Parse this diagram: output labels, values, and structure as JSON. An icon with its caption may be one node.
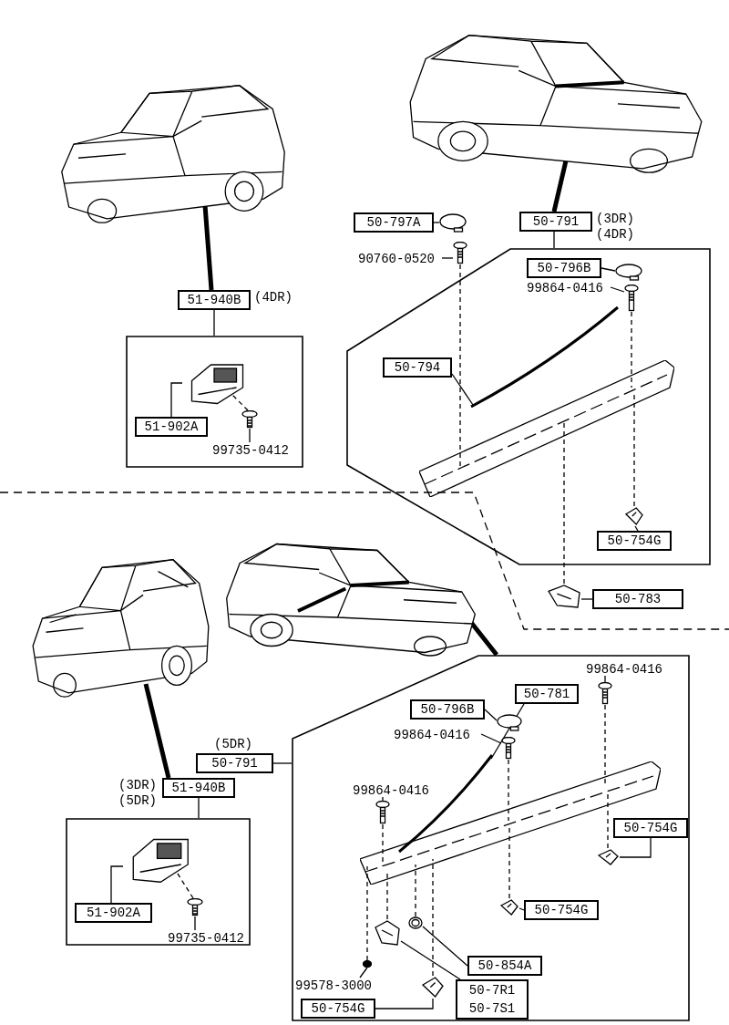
{
  "diagram": {
    "nodes": [
      {
        "text": [],
        "shape": "picture"
      },
      {
        "text": [
          "51-940B"
        ],
        "beside": [
          "(4DR)"
        ]
      },
      {
        "text": [],
        "shape": "box"
      },
      {
        "text": [],
        "shape": "picture",
        "in": 2
      },
      {
        "text": [],
        "shape": "picture",
        "in": 2
      },
      {
        "text": [
          "51-902A"
        ],
        "in": 2
      },
      {
        "text": [
          "99735-0412"
        ],
        "in": 2
      },
      {
        "text": [],
        "shape": "picture"
      },
      {
        "text": [
          "50-791"
        ],
        "beside": [
          "(3DR)",
          "(4DR)"
        ]
      },
      {
        "text": [],
        "shape": "box"
      },
      {
        "text": [],
        "shape": "circle"
      },
      {
        "text": [
          "50-797A"
        ]
      },
      {
        "text": [],
        "shape": "picture"
      },
      {
        "text": [
          "90760-0520"
        ]
      },
      {
        "text": [
          "50-796B"
        ],
        "in": 9
      },
      {
        "text": [],
        "shape": "circle",
        "in": 9
      },
      {
        "text": [
          "99864-0416"
        ],
        "in": 9
      },
      {
        "text": [],
        "shape": "picture",
        "in": 9
      },
      {
        "text": [
          "50-794"
        ],
        "in": 9
      },
      {
        "text": [],
        "shape": "picture",
        "in": 9
      },
      {
        "text": [],
        "shape": "picture",
        "in": 9
      },
      {
        "text": [],
        "shape": "picture",
        "in": 9
      },
      {
        "text": [
          "50-754G"
        ],
        "in": 9
      },
      {
        "text": [],
        "shape": "picture"
      },
      {
        "text": [
          "50-783"
        ]
      },
      {
        "text": [],
        "shape": "picture"
      },
      {
        "text": [],
        "shape": "picture"
      },
      {
        "text": [
          "51-940B"
        ],
        "beside": [
          "(3DR)",
          "(5DR)"
        ]
      },
      {
        "text": [],
        "shape": "box"
      },
      {
        "text": [],
        "shape": "picture",
        "in": 28
      },
      {
        "text": [],
        "shape": "picture",
        "in": 28
      },
      {
        "text": [
          "51-902A"
        ],
        "in": 28
      },
      {
        "text": [
          "99735-0412"
        ],
        "in": 28
      },
      {
        "text": [
          "50-791"
        ],
        "beside": [
          "(5DR)"
        ]
      },
      {
        "text": [],
        "shape": "box"
      },
      {
        "text": [
          "99864-0416"
        ],
        "in": 34
      },
      {
        "text": [],
        "shape": "picture",
        "in": 34
      },
      {
        "text": [
          "50-781"
        ],
        "in": 34
      },
      {
        "text": [],
        "shape": "picture",
        "in": 34
      },
      {
        "text": [
          "50-796B"
        ],
        "in": 34
      },
      {
        "text": [],
        "shape": "circle",
        "in": 34
      },
      {
        "text": [
          "99864-0416"
        ],
        "in": 34
      },
      {
        "text": [],
        "shape": "picture",
        "in": 34
      },
      {
        "text": [
          "99864-0416"
        ],
        "in": 34
      },
      {
        "text": [],
        "shape": "picture",
        "in": 34
      },
      {
        "text": [],
        "shape": "picture",
        "in": 34
      },
      {
        "text": [
          "50-754G"
        ],
        "in": 34
      },
      {
        "text": [],
        "shape": "picture",
        "in": 34
      },
      {
        "text": [
          "50-754G"
        ],
        "in": 34
      },
      {
        "text": [],
        "shape": "picture",
        "in": 34
      },
      {
        "text": [],
        "shape": "picture",
        "in": 34
      },
      {
        "text": [],
        "shape": "picture",
        "in": 34
      },
      {
        "text": [
          "50-854A"
        ],
        "in": 34
      },
      {
        "text": [
          "99578-3000"
        ],
        "in": 34
      },
      {
        "text": [],
        "shape": "circle",
        "in": 34
      },
      {
        "text": [],
        "shape": "picture",
        "in": 34
      },
      {
        "text": [
          "50-754G"
        ],
        "in": 34
      },
      {
        "text": [
          "50-7R1",
          "50-7S1"
        ],
        "in": 34
      }
    ],
    "edges": [
      {
        "from": 0,
        "to": 1,
        "arrow": "none",
        "style": "thick"
      },
      {
        "from": 1,
        "to": 2,
        "arrow": "none"
      },
      {
        "from": 5,
        "to": 3,
        "arrow": "none"
      },
      {
        "from": 6,
        "to": 4,
        "arrow": "none"
      },
      {
        "from": 4,
        "to": 3,
        "arrow": "none",
        "style": "dashed"
      },
      {
        "from": 7,
        "to": 8,
        "arrow": "none",
        "style": "thick"
      },
      {
        "from": 8,
        "to": 9,
        "arrow": "none"
      },
      {
        "from": 11,
        "to": 10,
        "arrow": "none"
      },
      {
        "from": 13,
        "to": 12,
        "arrow": "none"
      },
      {
        "from": 12,
        "to": 20,
        "arrow": "none",
        "style": "dashed"
      },
      {
        "from": 14,
        "to": 15,
        "arrow": "none"
      },
      {
        "from": 16,
        "to": 17,
        "arrow": "none"
      },
      {
        "from": 18,
        "to": 19,
        "arrow": "none"
      },
      {
        "from": 22,
        "to": 21,
        "arrow": "none"
      },
      {
        "from": 21,
        "to": 20,
        "arrow": "none",
        "style": "dashed"
      },
      {
        "from": 17,
        "to": 20,
        "arrow": "none",
        "style": "dashed"
      },
      {
        "from": 24,
        "to": 23,
        "arrow": "none"
      },
      {
        "from": 23,
        "to": 20,
        "arrow": "none",
        "style": "dashed"
      },
      {
        "from": 25,
        "to": 27,
        "arrow": "none",
        "style": "thick"
      },
      {
        "from": 27,
        "to": 28,
        "arrow": "none"
      },
      {
        "from": 31,
        "to": 29,
        "arrow": "none"
      },
      {
        "from": 32,
        "to": 30,
        "arrow": "none"
      },
      {
        "from": 30,
        "to": 29,
        "arrow": "none",
        "style": "dashed"
      },
      {
        "from": 33,
        "to": 34,
        "arrow": "none"
      },
      {
        "from": 26,
        "to": 34,
        "arrow": "none",
        "style": "thick"
      },
      {
        "from": 35,
        "to": 36,
        "arrow": "none"
      },
      {
        "from": 37,
        "to": 38,
        "arrow": "none"
      },
      {
        "from": 39,
        "to": 40,
        "arrow": "none"
      },
      {
        "from": 41,
        "to": 42,
        "arrow": "none"
      },
      {
        "from": 43,
        "to": 44,
        "arrow": "none"
      },
      {
        "from": 46,
        "to": 47,
        "arrow": "none"
      },
      {
        "from": 47,
        "to": 45,
        "arrow": "none",
        "style": "dashed"
      },
      {
        "from": 48,
        "to": 49,
        "arrow": "none"
      },
      {
        "from": 49,
        "to": 45,
        "arrow": "none",
        "style": "dashed"
      },
      {
        "from": 52,
        "to": 51,
        "arrow": "none"
      },
      {
        "from": 57,
        "to": 50,
        "arrow": "none"
      },
      {
        "from": 53,
        "to": 54,
        "arrow": "none"
      },
      {
        "from": 56,
        "to": 55,
        "arrow": "none"
      },
      {
        "from": 50,
        "to": 45,
        "arrow": "none",
        "style": "dashed"
      },
      {
        "from": 51,
        "to": 45,
        "arrow": "none",
        "style": "dashed"
      },
      {
        "from": 54,
        "to": 45,
        "arrow": "none",
        "style": "dashed"
      },
      {
        "from": 55,
        "to": 45,
        "arrow": "none",
        "style": "dashed"
      },
      {
        "from": 42,
        "to": 45,
        "arrow": "none",
        "style": "dashed"
      },
      {
        "from": 44,
        "to": 45,
        "arrow": "none",
        "style": "dashed"
      },
      {
        "from": 36,
        "to": 45,
        "arrow": "none",
        "style": "dashed"
      }
    ]
  }
}
